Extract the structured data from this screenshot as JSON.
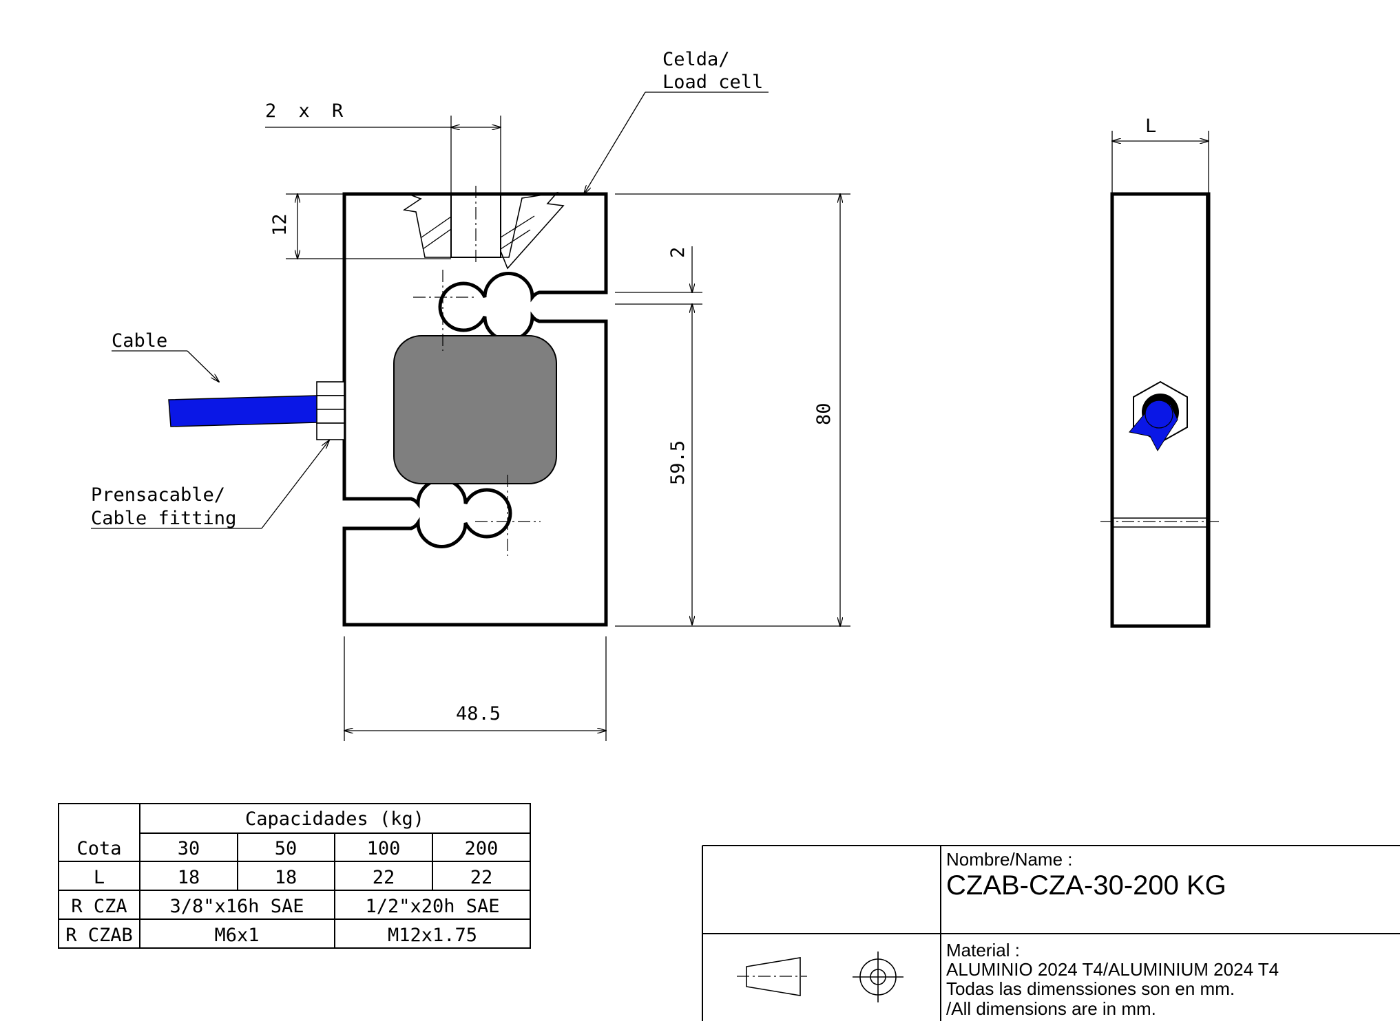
{
  "labels": {
    "load_cell": "Celda/",
    "load_cell_2": "Load cell",
    "cable": "Cable",
    "cable_fitting": "Prensacable/",
    "cable_fitting_2": "Cable fitting",
    "thread": "2 x R"
  },
  "dimensions": {
    "d12": "12",
    "d2": "2",
    "d59_5": "59.5",
    "d80": "80",
    "d48_5": "48.5",
    "dL": "L"
  },
  "capacity_table": {
    "header": "Capacidades (kg)",
    "rows": [
      [
        "Cota",
        "30",
        "50",
        "100",
        "200"
      ],
      [
        "L",
        "18",
        "18",
        "22",
        "22"
      ],
      [
        "R CZA",
        "3/8\"x16h SAE",
        "1/2\"x20h SAE"
      ],
      [
        "R CZAB",
        "M6x1",
        "M12x1.75"
      ]
    ]
  },
  "title_block": {
    "name_label": "Nombre/Name :",
    "name_value": "CZAB-CZA-30-200 KG",
    "material_label": "Material :",
    "material_value": "ALUMINIO 2024 T4/ALUMINIUM 2024 T4",
    "note_es": "Todas las dimenssiones son en mm.",
    "note_en": "/All dimensions are in mm."
  },
  "colors": {
    "cable": "#0a17e6",
    "pocket": "#7f7f7f",
    "line": "#000000"
  }
}
